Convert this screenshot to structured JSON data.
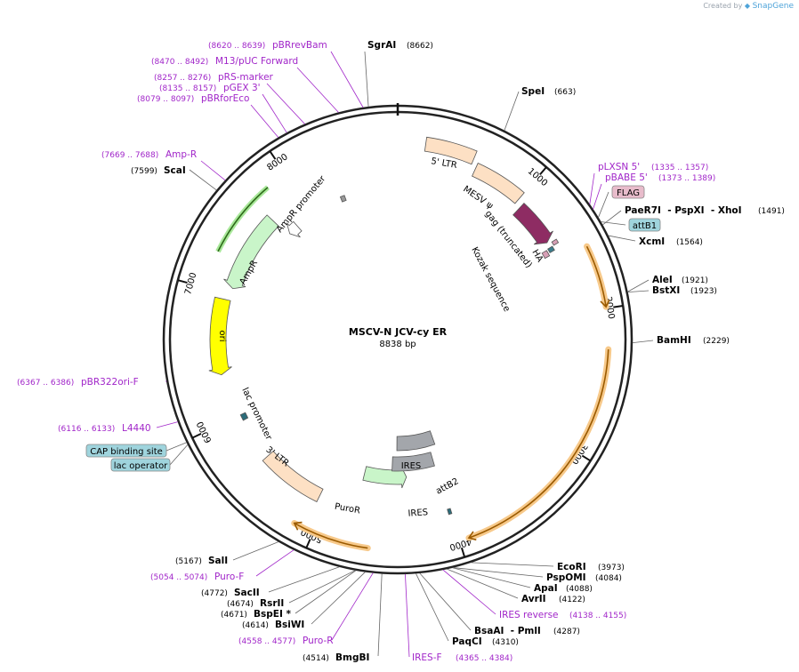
{
  "credit": {
    "prefix": "Created by",
    "brand": "SnapGene"
  },
  "plasmid": {
    "name": "MSCV-N JCV-cy ER",
    "size_label": "8838 bp",
    "length": 8838
  },
  "ticks": [
    "1000",
    "2000",
    "3000",
    "4000",
    "5000",
    "6000",
    "7000",
    "8000"
  ],
  "sites": [
    {
      "name": "SgrAI",
      "pos": "(8662)"
    },
    {
      "name": "SpeI",
      "pos": "(663)"
    },
    {
      "name": "PaeR7I  - PspXI  - XhoI",
      "pos": "(1491)"
    },
    {
      "name": "XcmI",
      "pos": "(1564)"
    },
    {
      "name": "AleI",
      "pos": "(1921)"
    },
    {
      "name": "BstXI",
      "pos": "(1923)"
    },
    {
      "name": "BamHI",
      "pos": "(2229)"
    },
    {
      "name": "EcoRI",
      "pos": "(3973)"
    },
    {
      "name": "PspOMI",
      "pos": "(4084)"
    },
    {
      "name": "ApaI",
      "pos": "(4088)"
    },
    {
      "name": "AvrII",
      "pos": "(4122)"
    },
    {
      "name": "BsaAI  - PmlI",
      "pos": "(4287)"
    },
    {
      "name": "PaqCI",
      "pos": "(4310)"
    },
    {
      "name": "BmgBI",
      "pos": "(4514)"
    },
    {
      "name": "BsiWI",
      "pos": "(4614)"
    },
    {
      "name": "BspEI *",
      "pos": "(4671)"
    },
    {
      "name": "RsrII",
      "pos": "(4674)"
    },
    {
      "name": "SacII",
      "pos": "(4772)"
    },
    {
      "name": "SalI",
      "pos": "(5167)"
    },
    {
      "name": "ScaI",
      "pos": "(7599)"
    }
  ],
  "primers": [
    {
      "name": "pBRrevBam",
      "range": "(8620 .. 8639)"
    },
    {
      "name": "M13/pUC Forward",
      "range": "(8470 .. 8492)"
    },
    {
      "name": "pRS-marker",
      "range": "(8257 .. 8276)"
    },
    {
      "name": "pGEX 3'",
      "range": "(8135 .. 8157)"
    },
    {
      "name": "pBRforEco",
      "range": "(8079 .. 8097)"
    },
    {
      "name": "Amp-R",
      "range": "(7669 .. 7688)"
    },
    {
      "name": "pLXSN 5'",
      "range": "(1335 .. 1357)"
    },
    {
      "name": "pBABE 5'",
      "range": "(1373 .. 1389)"
    },
    {
      "name": "IRES reverse",
      "range": "(4138 .. 4155)"
    },
    {
      "name": "IRES-F",
      "range": "(4365 .. 4384)"
    },
    {
      "name": "Puro-R",
      "range": "(4558 .. 4577)"
    },
    {
      "name": "Puro-F",
      "range": "(5054 .. 5074)"
    },
    {
      "name": "pBR322ori-F",
      "range": "(6367 .. 6386)"
    },
    {
      "name": "L4440",
      "range": "(6116 .. 6133)"
    }
  ],
  "features": {
    "ltr5": "5' LTR",
    "mesv": "MESV ψ",
    "gag": "gag (truncated)",
    "ha": "HA",
    "kozak": "Kozak sequence",
    "ires_inner": "IRES",
    "ires_outer": "IRES",
    "attb2": "attB2",
    "puror": "PuroR",
    "ltr3": "3' LTR",
    "lac_promoter": "lac promoter",
    "ori": "ori",
    "ampr": "AmpR",
    "ampr_promoter": "AmpR promoter"
  },
  "boxed_labels": {
    "flag": "FLAG",
    "attb1": "attB1",
    "cap": "CAP binding site",
    "lac_operator": "lac operator"
  },
  "colors": {
    "ltr": "#fde0c4",
    "gag": "#8e2c63",
    "ori": "#ffff00",
    "ampr": "#c9f5c9",
    "puro": "#c9f5c9",
    "ires": "#a3a6ab",
    "attb": "#2c6c7a",
    "cds_orange": "#f5a623",
    "primer": "#a126c9",
    "flag_box": "#e8bccb",
    "att_box": "#9fd4dd",
    "lac_box": "#9fd4dd"
  }
}
